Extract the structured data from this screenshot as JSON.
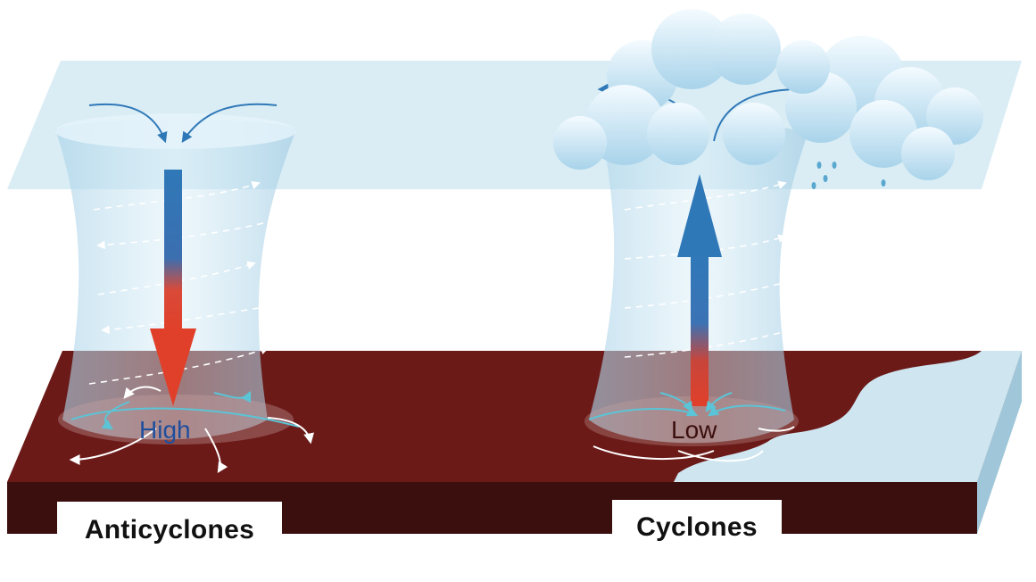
{
  "labels": {
    "high": "High",
    "low": "Low",
    "anticyclones": "Anticyclones",
    "cyclones": "Cyclones"
  },
  "colors": {
    "ground": "#6b1a18",
    "ground_front": "#3a0f0e",
    "upper_plane": "#cde7f2",
    "column": "#b9dcec",
    "arrow_blue": "#2f78b8",
    "arrow_red": "#e0402a",
    "high_text": "#1f4e9c",
    "low_text": "#3a0f0e",
    "water": "#cfe6f1"
  }
}
